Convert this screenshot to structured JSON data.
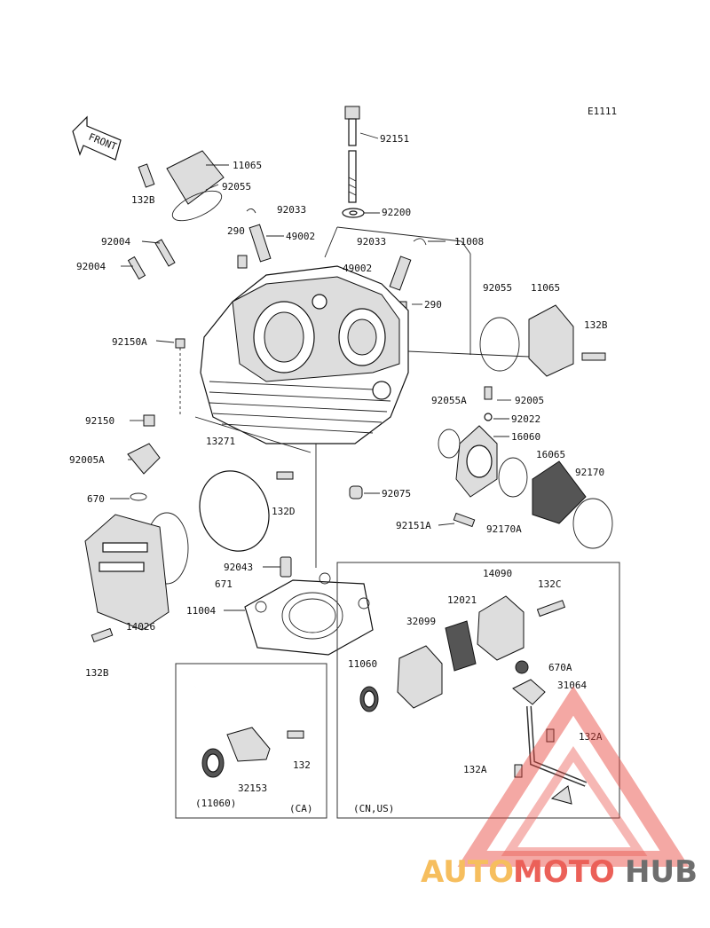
{
  "diagram": {
    "code": "E1111",
    "front_label": "FRONT",
    "parts": {
      "p92151": "92151",
      "p11065_top": "11065",
      "p132B_top": "132B",
      "p92055_top": "92055",
      "p92033_top": "92033",
      "p92200": "92200",
      "p290_top": "290",
      "p49002_top": "49002",
      "p92004_a": "92004",
      "p92033_b": "92033",
      "p11008": "11008",
      "p92004_b": "92004",
      "p49002_b": "49002",
      "p92055_r": "92055",
      "p11065_r": "11065",
      "p290_b": "290",
      "p132B_r": "132B",
      "p92150A": "92150A",
      "p92005": "92005",
      "p92055A": "92055A",
      "p92022": "92022",
      "p92150": "92150",
      "p16060": "16060",
      "p13271": "13271",
      "p16065": "16065",
      "p92005A": "92005A",
      "p92170": "92170",
      "p132D": "132D",
      "p670": "670",
      "p92075": "92075",
      "p92151A": "92151A",
      "p92170A": "92170A",
      "p92043": "92043",
      "p14090": "14090",
      "p132C": "132C",
      "p671": "671",
      "p11004": "11004",
      "p12021": "12021",
      "p32099": "32099",
      "p670A": "670A",
      "p14026": "14026",
      "p11060_r": "11060",
      "p31064": "31064",
      "p132B_bot": "132B",
      "p132A_1": "132A",
      "p132": "132",
      "p132A_2": "132A",
      "p32153": "32153",
      "p11060_ca": "(11060)"
    },
    "insets": {
      "ca_label": "(CA)",
      "cnus_label": "(CN,US)"
    }
  },
  "watermark": {
    "part1": "AUTO",
    "part2": "MOTO",
    "part3": "HUB",
    "color1": "#f5b342",
    "color2": "#e8453c",
    "color3": "#555555"
  }
}
